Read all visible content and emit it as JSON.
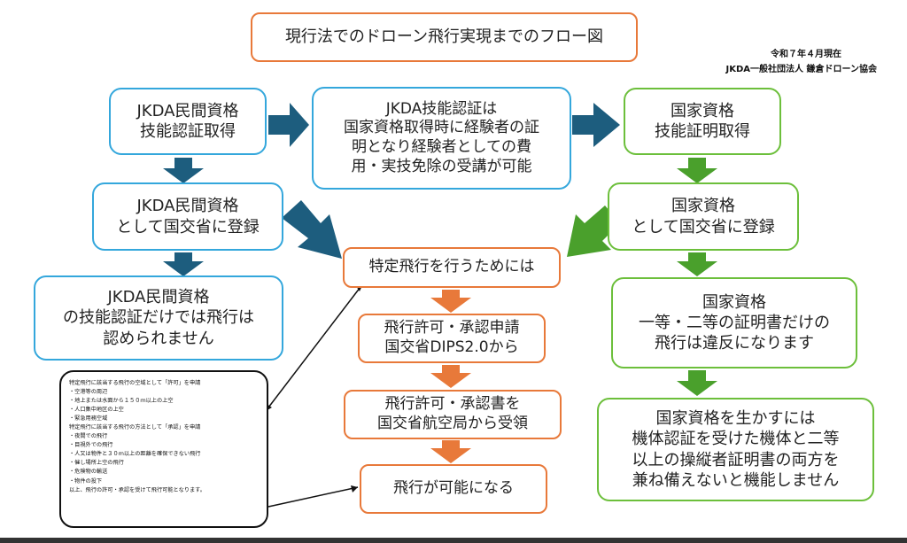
{
  "title": "現行法でのドローン飛行実現までのフロー図",
  "meta": {
    "date": "令和７年４月現在",
    "org": "JKDA一般社団法人 鎌倉ドローン協会"
  },
  "left": {
    "box1": [
      "JKDA民間資格",
      "技能認証取得"
    ],
    "box2": [
      "JKDA民間資格",
      "として国交省に登録"
    ],
    "box3": [
      "JKDA民間資格",
      "の技能認証だけでは飛行は",
      "認められません"
    ]
  },
  "center": {
    "top": [
      "JKDA技能認証は",
      "国家資格取得時に経験者の証",
      "明となり経験者としての費",
      "用・実技免除の受講が可能"
    ],
    "step1": "特定飛行を行うためには",
    "step2": [
      "飛行許可・承認申請",
      "国交省DIPS2.0から"
    ],
    "step3": [
      "飛行許可・承認書を",
      "国交省航空局から受領"
    ],
    "step4": "飛行が可能になる"
  },
  "right": {
    "box1": [
      "国家資格",
      "技能証明取得"
    ],
    "box2": [
      "国家資格",
      "として国交省に登録"
    ],
    "box3": [
      "国家資格",
      "一等・二等の証明書だけの",
      "飛行は違反になります"
    ],
    "box4": [
      "国家資格を生かすには",
      "機体認証を受けた機体と二等",
      "以上の操縦者証明書の両方を",
      "兼ね備えないと機能しません"
    ]
  },
  "note": [
    "特定飛行に該当する飛行の空域として「許可」を申請",
    "・空港等の周辺",
    "・地上または水面から１５０ｍ以上の上空",
    "・人口集中地区の上空",
    "・緊急用務空域",
    "特定飛行に該当する飛行の方法として「承認」を申請",
    "・夜間での飛行",
    "・目視外での飛行",
    "・人又は物件と３０ｍ以上の距離を確保できない飛行",
    "・催し場所上空の飛行",
    "・危険物の輸送",
    "・物件の投下",
    "以上、飛行の許可・承認を受けて飛行可能となります。"
  ],
  "colors": {
    "orange": "#e8793a",
    "blue_border": "#34a7dc",
    "blue_arrow": "#1d5d7e",
    "green_border": "#6cbf3b",
    "green_arrow": "#4aa02c"
  }
}
